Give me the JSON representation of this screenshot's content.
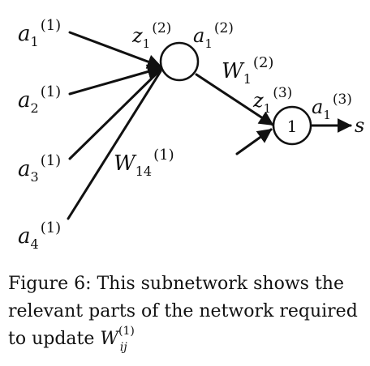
{
  "diagram": {
    "input_nodes": [
      {
        "var": "a",
        "sub": "1",
        "sup": "(1)"
      },
      {
        "var": "a",
        "sub": "2",
        "sup": "(1)"
      },
      {
        "var": "a",
        "sub": "3",
        "sup": "(1)"
      },
      {
        "var": "a",
        "sub": "4",
        "sup": "(1)"
      }
    ],
    "hidden_node": {
      "z_label": {
        "var": "z",
        "sub": "1",
        "sup": "(2)"
      },
      "a_label": {
        "var": "a",
        "sub": "1",
        "sup": "(2)"
      }
    },
    "weight_input": {
      "var": "W",
      "sub": "14",
      "sup": "(1)"
    },
    "weight_hidden": {
      "var": "W",
      "sub": "1",
      "sup": "(2)"
    },
    "output_node": {
      "text": "1",
      "z_label": {
        "var": "z",
        "sub": "1",
        "sup": "(3)"
      },
      "a_label": {
        "var": "a",
        "sub": "1",
        "sup": "(3)"
      }
    },
    "output_symbol": "s"
  },
  "caption": {
    "text": "Figure 6: This subnetwork shows the relevant parts of the network required to update",
    "math": {
      "var": "W",
      "sub": "ij",
      "sup": "(1)"
    }
  }
}
